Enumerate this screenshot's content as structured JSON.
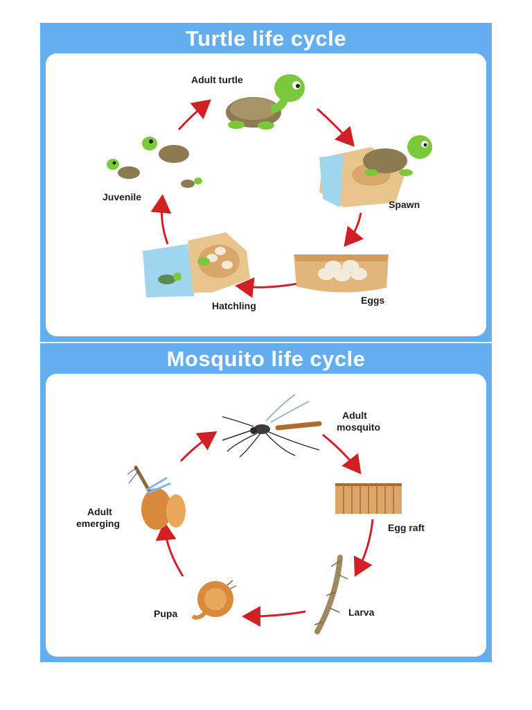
{
  "turtle": {
    "title": "Turtle life cycle",
    "stages": {
      "adult": "Adult turtle",
      "spawn": "Spawn",
      "eggs": "Eggs",
      "hatchling": "Hatchling",
      "juvenile": "Juvenile"
    }
  },
  "mosquito": {
    "title": "Mosquito life cycle",
    "stages": {
      "adult_line1": "Adult",
      "adult_line2": "mosquito",
      "egg_raft": "Egg raft",
      "larva": "Larva",
      "pupa": "Pupa",
      "emerging_line1": "Adult",
      "emerging_line2": "emerging"
    }
  },
  "colors": {
    "panel": "#64aef0",
    "arrow": "#d11f26",
    "turtle_skin": "#7cc83c",
    "turtle_shell": "#8c7a50",
    "sand": "#e9c58e",
    "water": "#9fd6ee",
    "insect": "#d98a3c"
  }
}
